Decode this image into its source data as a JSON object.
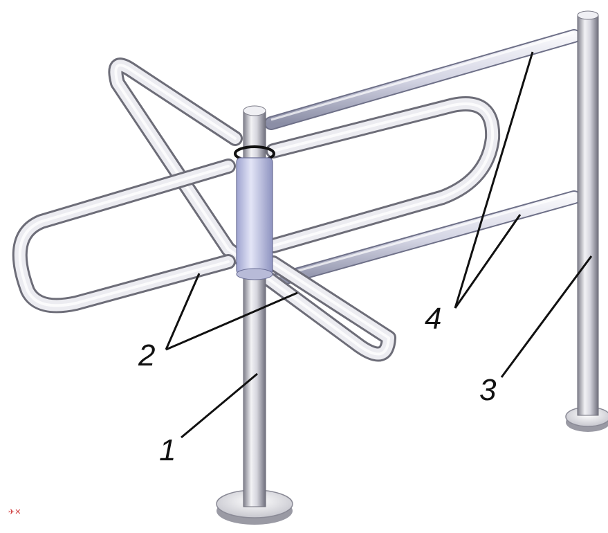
{
  "diagram": {
    "callouts": [
      {
        "id": "1",
        "label": "1"
      },
      {
        "id": "2",
        "label": "2"
      },
      {
        "id": "3",
        "label": "3"
      },
      {
        "id": "4",
        "label": "4"
      }
    ],
    "colors": {
      "metal_light": "#f4f4f6",
      "metal_mid": "#c9c9d2",
      "metal_dark": "#8a8a96",
      "rotor_hub": "#c3c6e6",
      "leader_line": "#111111"
    },
    "corner_mark": "✈✕"
  }
}
